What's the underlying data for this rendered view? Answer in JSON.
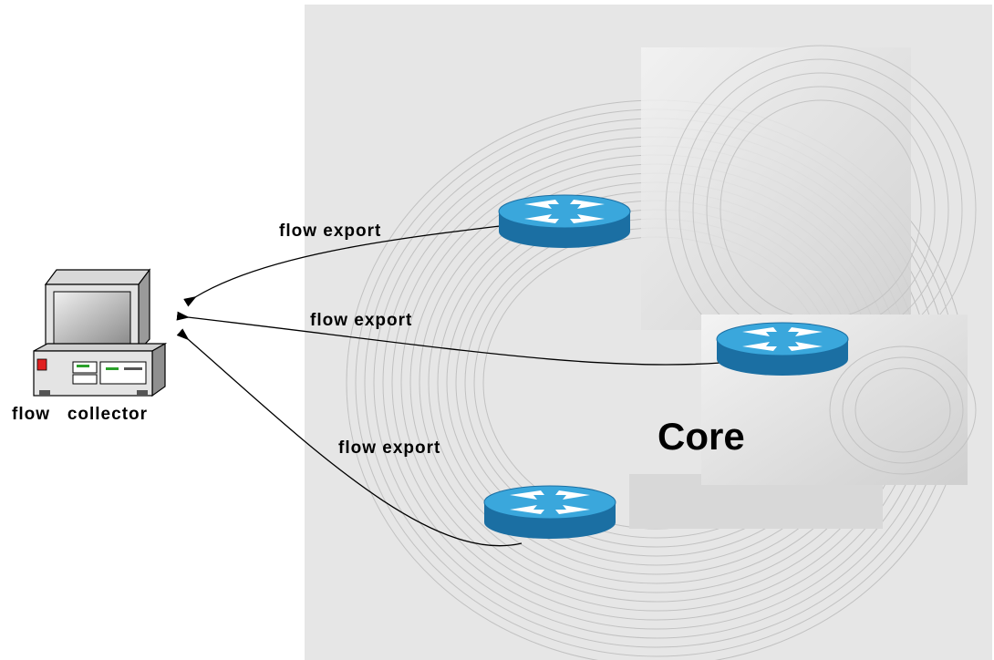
{
  "labels": {
    "edge_top": "flow export",
    "edge_middle": "flow export",
    "edge_bottom": "flow export",
    "collector": "flow   collector",
    "core": "Core"
  },
  "nodes": {
    "collector_icon": "desktop-computer-icon",
    "router_icon": "router-icon"
  },
  "colors": {
    "router_top": "#3aa7dc",
    "router_side": "#1b6fa3",
    "router_arrow": "#ffffff",
    "panel": "#e5e5e5",
    "cloud_hatch": "#b8b8b8",
    "edge": "#000000"
  }
}
